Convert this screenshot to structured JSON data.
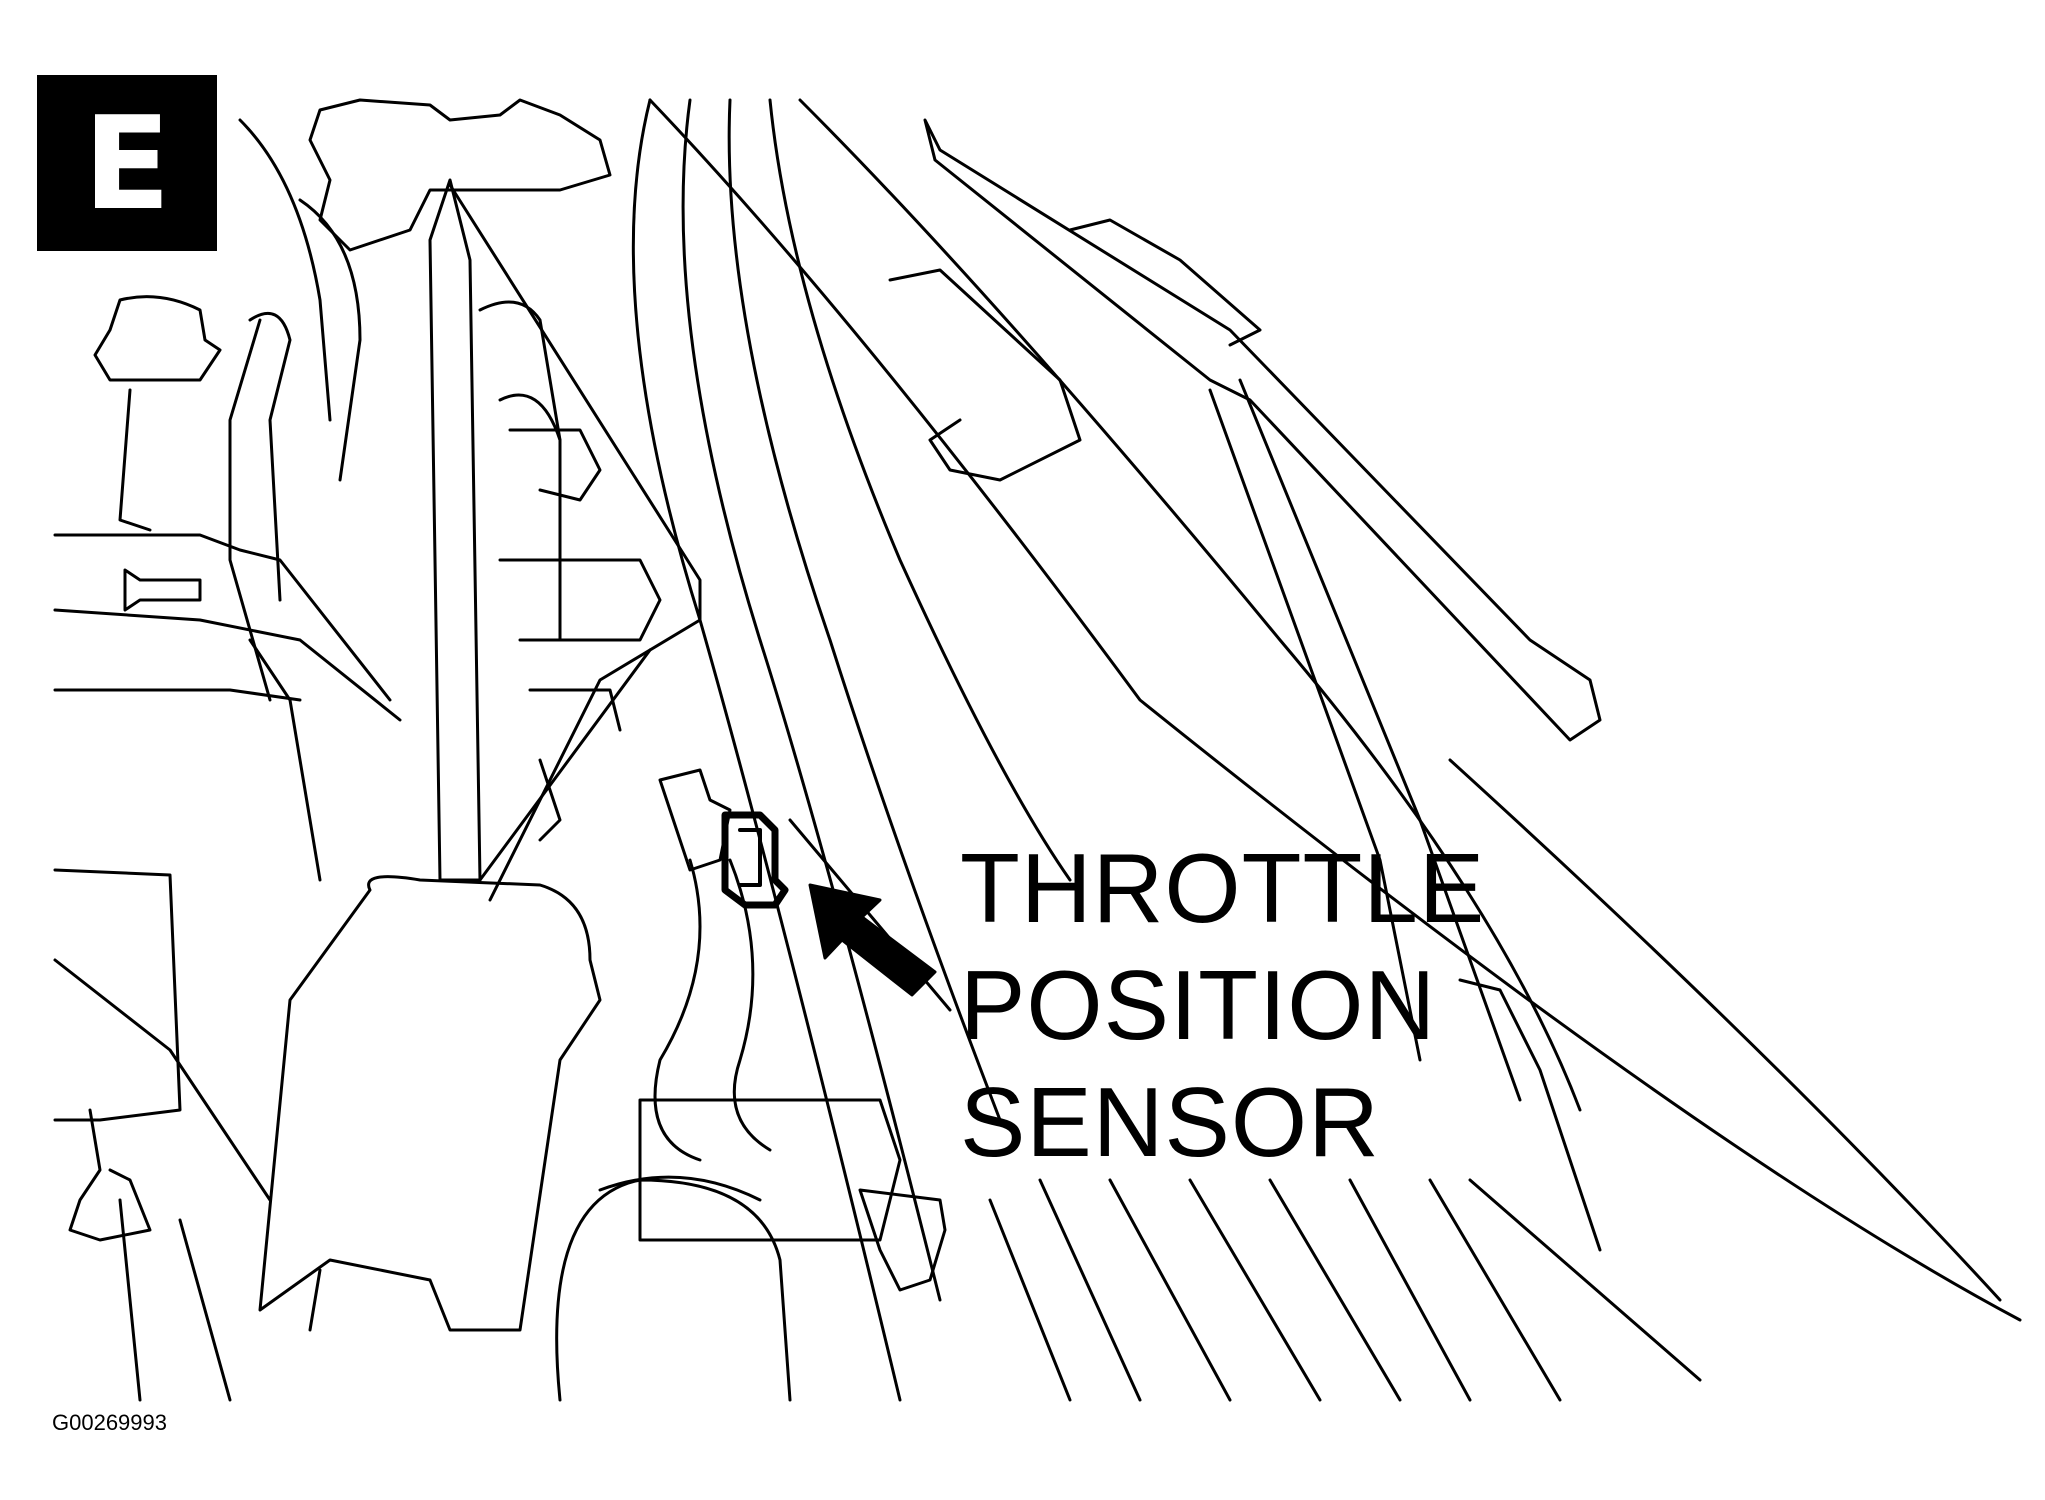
{
  "badge": {
    "letter": "E"
  },
  "callout": {
    "lines": [
      "THROTTLE",
      "POSITION",
      "SENSOR"
    ]
  },
  "figure_id": "G00269993",
  "colors": {
    "ink": "#000000",
    "paper": "#ffffff"
  }
}
